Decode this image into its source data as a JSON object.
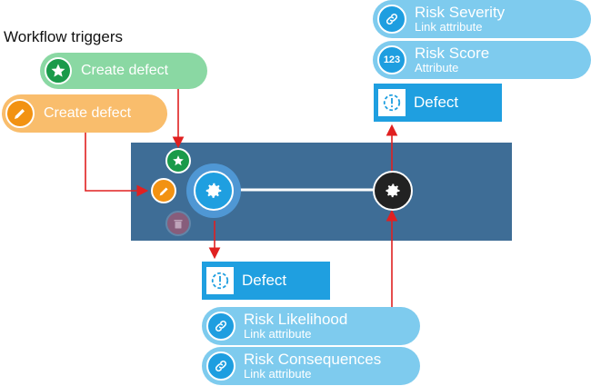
{
  "title": "Workflow triggers",
  "triggers": [
    {
      "label": "Create defect",
      "icon": "star-icon",
      "color": "#1a9a4a"
    },
    {
      "label": "Create defect",
      "icon": "pencil-icon",
      "color": "#f29212"
    }
  ],
  "source_entity": {
    "label": "Defect",
    "icon": "defect-icon"
  },
  "target_entity": {
    "label": "Defect",
    "icon": "defect-icon"
  },
  "source_attributes": [
    {
      "name": "Risk Likelihood",
      "type": "Link attribute",
      "icon": "link-icon"
    },
    {
      "name": "Risk Consequences",
      "type": "Link attribute",
      "icon": "link-icon"
    }
  ],
  "target_attributes": [
    {
      "name": "Risk Severity",
      "type": "Link attribute",
      "icon": "link-icon"
    },
    {
      "name": "Risk Score",
      "type": "Attribute",
      "icon": "number-icon",
      "badge": "123"
    }
  ],
  "colors": {
    "panel": "#3e6d96",
    "arrow": "#e02020",
    "accent": "#1f9fe0",
    "attribute_pill": "#7ecbee"
  }
}
